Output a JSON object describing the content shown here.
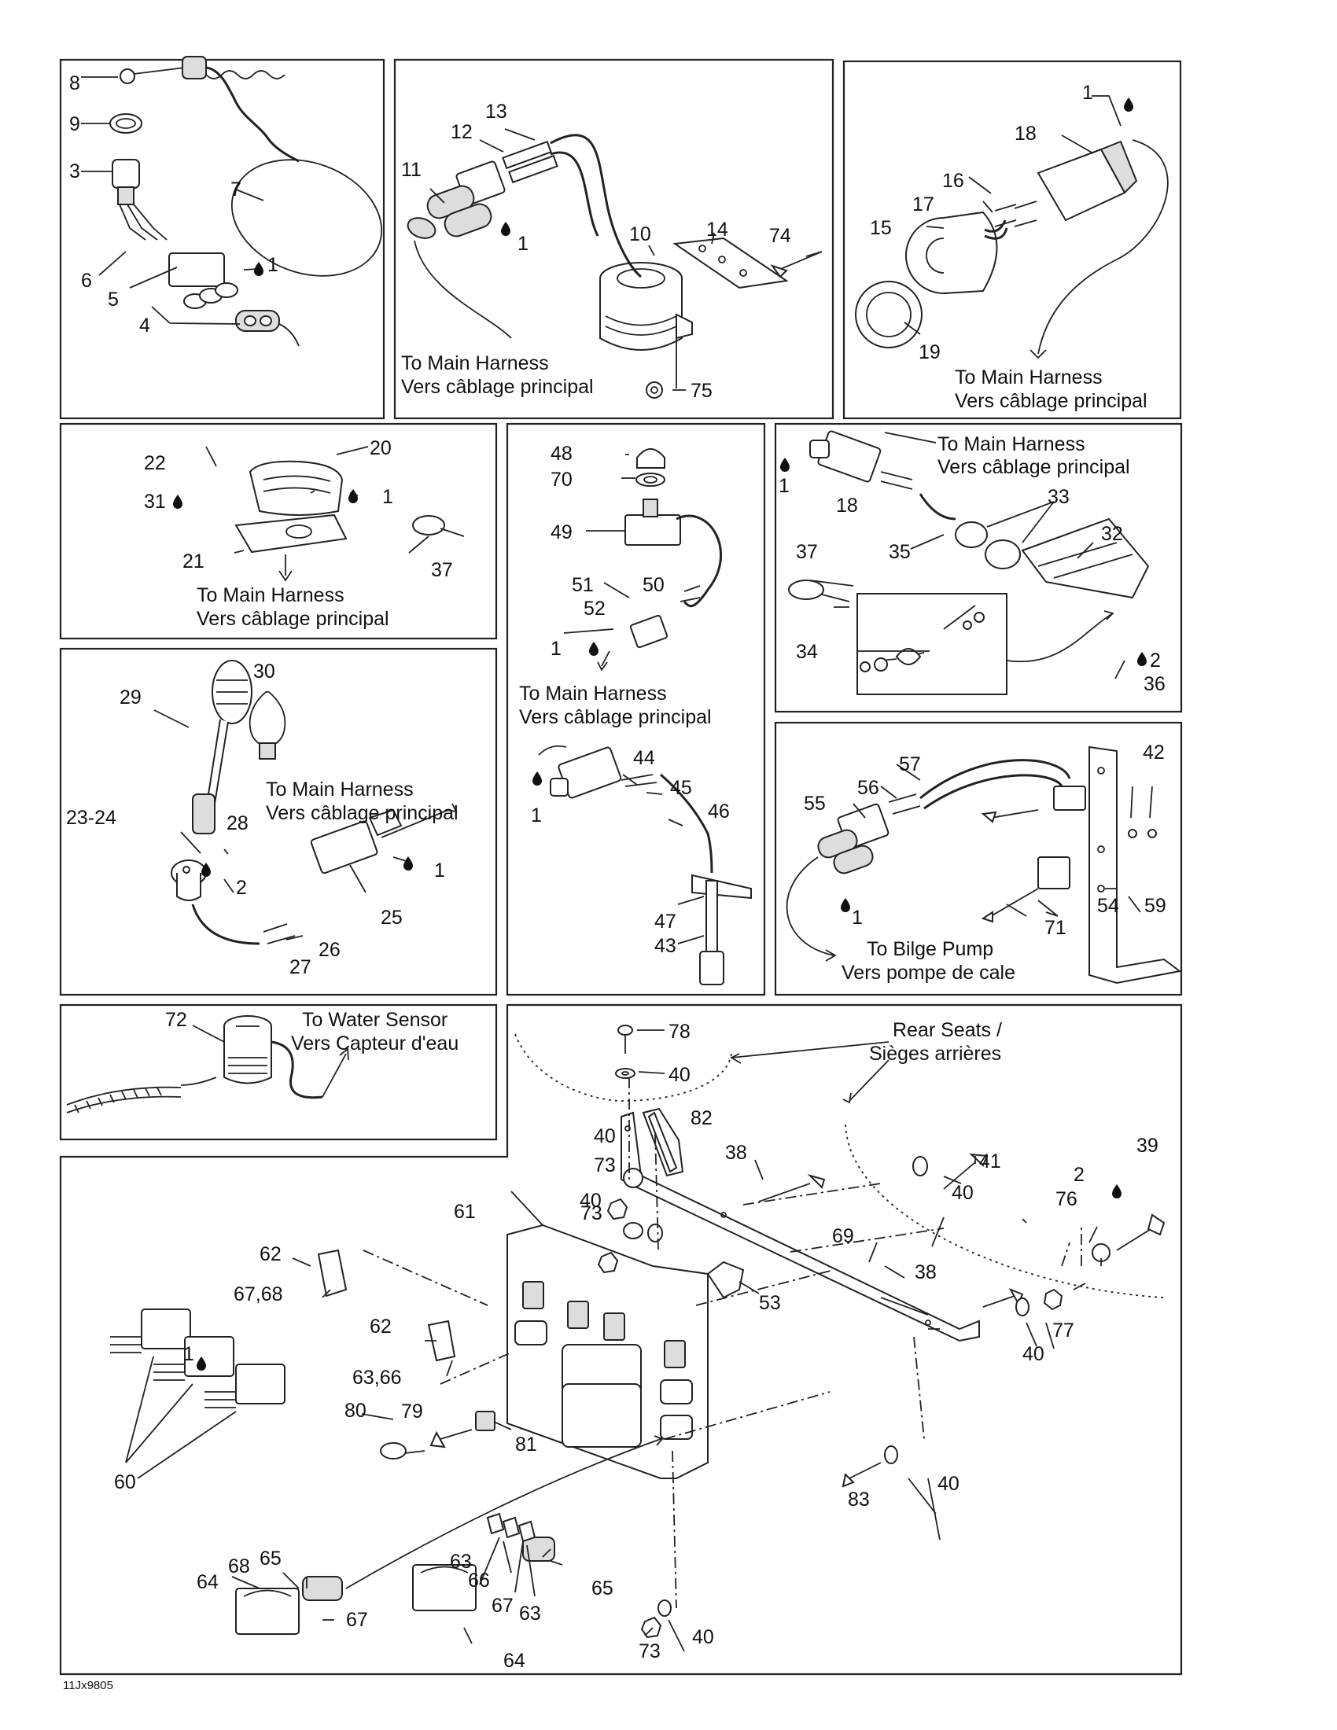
{
  "diagram_ref": "11Jx9805",
  "labels": {
    "to_main_harness": "To Main Harness",
    "vers_cablage": "Vers câblage principal",
    "to_bilge_pump": "To Bilge Pump",
    "vers_pompe": "Vers pompe de cale",
    "to_water_sensor": "To Water Sensor",
    "vers_capteur": "Vers Capteur d'eau",
    "rear_seats": "Rear Seats /",
    "sieges": "Sièges arrières"
  },
  "callouts": {
    "p1": [
      "8",
      "9",
      "3",
      "7",
      "6",
      "5",
      "1",
      "4"
    ],
    "p2": [
      "13",
      "12",
      "11",
      "1",
      "10",
      "14",
      "74",
      "75"
    ],
    "p3": [
      "1",
      "18",
      "16",
      "17",
      "15",
      "19"
    ],
    "p4": [
      "22",
      "31",
      "20",
      "1",
      "21",
      "37"
    ],
    "p5": [
      "48",
      "70",
      "49",
      "51",
      "50",
      "52",
      "1",
      "44",
      "45",
      "46",
      "1",
      "47",
      "43"
    ],
    "p6": [
      "1",
      "18",
      "33",
      "35",
      "32",
      "37",
      "34",
      "2",
      "36"
    ],
    "p7": [
      "30",
      "29",
      "23-24",
      "28",
      "2",
      "1",
      "25",
      "26",
      "27"
    ],
    "p8": [
      "57",
      "42",
      "56",
      "55",
      "54",
      "59",
      "1",
      "71"
    ],
    "p9": [
      "72"
    ],
    "p10": [
      "78",
      "40",
      "82",
      "40",
      "73",
      "38",
      "41",
      "40",
      "2",
      "39",
      "76",
      "61",
      "73",
      "40",
      "62",
      "67,68",
      "69",
      "53",
      "38",
      "77",
      "40",
      "62",
      "63,66",
      "1",
      "80",
      "79",
      "81",
      "60",
      "83",
      "40",
      "64",
      "68",
      "65",
      "67",
      "63",
      "66",
      "67",
      "63",
      "65",
      "73",
      "40",
      "64"
    ]
  }
}
